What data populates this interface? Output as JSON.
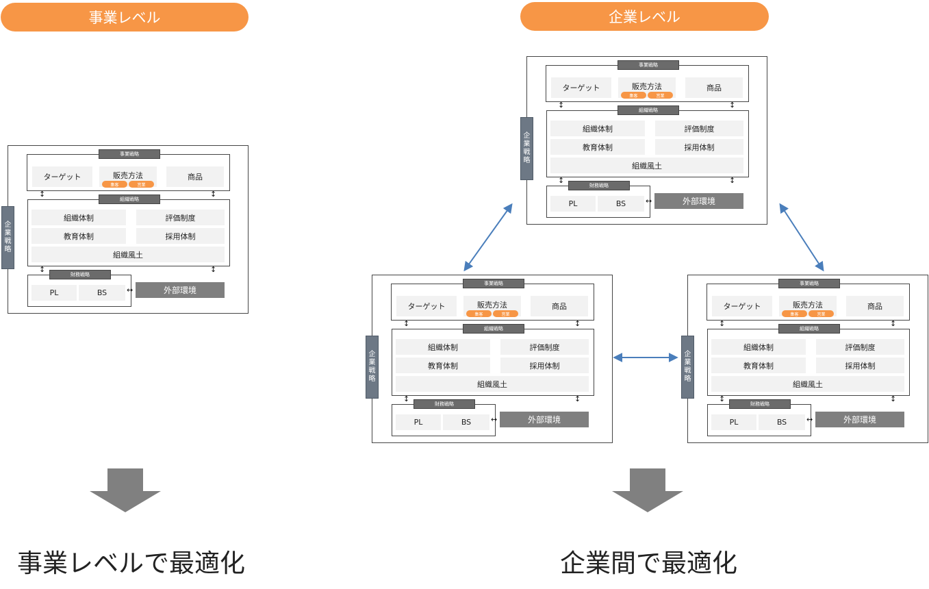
{
  "labels": {
    "left_header": "事業レベル",
    "right_header": "企業レベル",
    "left_result": "事業レベルで最適化",
    "right_result": "企業間で最適化"
  },
  "diagram": {
    "business_strategy": "事業戦略",
    "target": "ターゲット",
    "sales_method": "販売方法",
    "tag1": "集客",
    "tag2": "営業",
    "product": "商品",
    "org_strategy": "組織戦略",
    "org_system": "組織体制",
    "eval_system": "評価制度",
    "edu_system": "教育体制",
    "hiring_system": "採用体制",
    "org_culture": "組織風土",
    "finance_strategy": "財務戦略",
    "pl": "PL",
    "bs": "BS",
    "external_env": "外部環境",
    "corporate_strategy": "企業戦略"
  },
  "colors": {
    "accent": "#f79646",
    "dark_header": "#6b6b6b",
    "corporate": "#6d7885",
    "arrow": "#4a7ebb",
    "down_arrow": "#808080"
  }
}
